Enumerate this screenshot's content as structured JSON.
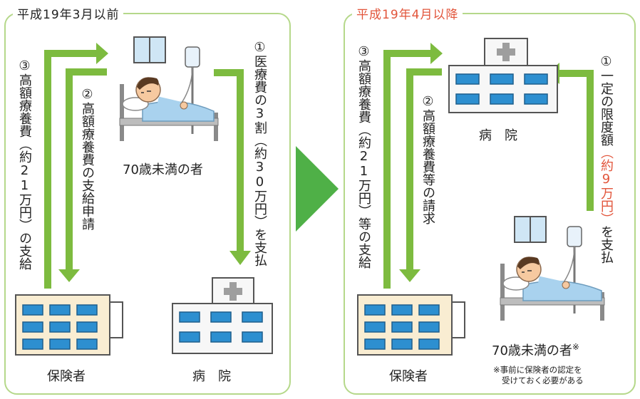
{
  "colors": {
    "arrow": "#7dbb3f",
    "accent_red": "#e2553b",
    "panel_border": "#b5d88a",
    "big_arrow": "#4fb047"
  },
  "before": {
    "title": "平成19年3月以前",
    "step3": "③高額療養費（約21万円）の支給",
    "step2": "②高額療養費の支給申請",
    "step1": "①医療費の3割（約30万円）を支払",
    "patient": "70歳未満の者",
    "insurer": "保険者",
    "hospital": "病　院"
  },
  "after": {
    "title": "平成19年4月以降",
    "step3": "③高額療養費（約21万円）等の支給",
    "step2": "②高額療養費等の請求",
    "step1_a": "①一定の限度額",
    "step1_b": "（約9万円）",
    "step1_c": "を支払",
    "hospital": "病　院",
    "insurer": "保険者",
    "patient": "70歳未満の者",
    "patient_mark": "※",
    "note_line1": "※事前に保険者の認定を",
    "note_line2": "受けておく必要がある"
  },
  "icons": [
    "patient-in-bed-icon",
    "hospital-building-icon",
    "insurer-building-icon",
    "transition-arrow-icon"
  ]
}
